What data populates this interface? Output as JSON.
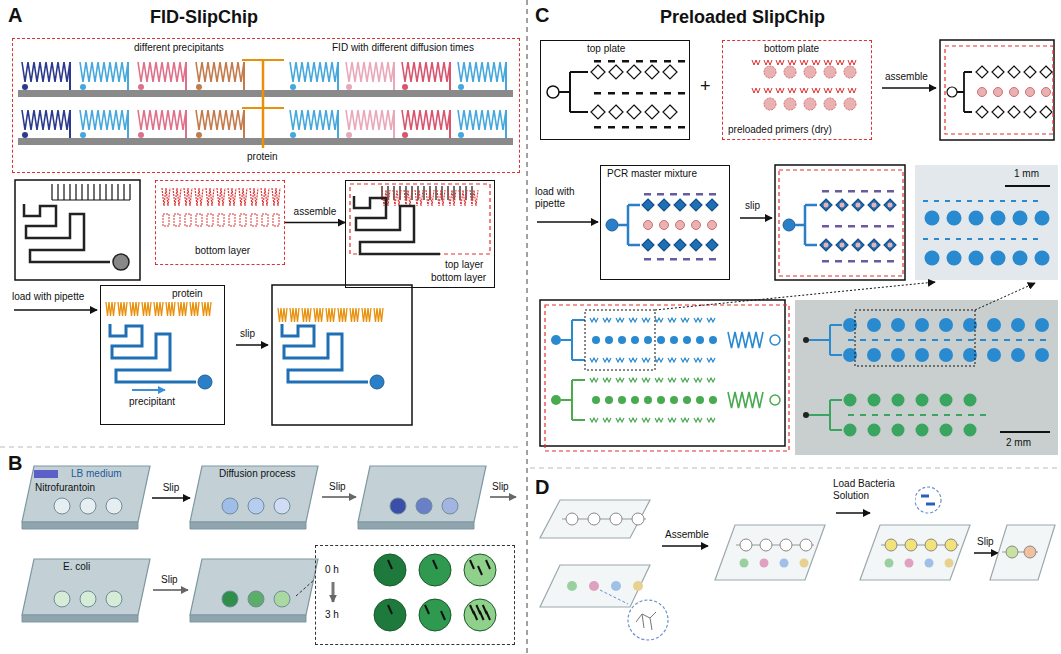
{
  "diagram": {
    "nodes": [
      {
        "text": [
          "different precipitants",
          "FID with different diffusion times",
          "protein"
        ]
      },
      {
        "text": [
          "bottom layer"
        ]
      },
      {
        "text": [
          "top layer",
          "bottom layer"
        ]
      },
      {
        "text": [
          "protein",
          "precipitant"
        ]
      },
      {
        "text": [
          "LB medium",
          "Nitrofurantoin"
        ]
      },
      {
        "text": [
          "Diffusion process"
        ]
      },
      {
        "text": [
          "E. coli"
        ]
      },
      {
        "text": [
          "0 h",
          "3 h"
        ]
      },
      {
        "text": [
          "top plate"
        ]
      },
      {
        "text": [
          "bottom plate",
          "preloaded primers (dry)"
        ]
      },
      {
        "text": [
          "PCR master mixture"
        ]
      },
      {
        "text": [
          "1 mm"
        ]
      },
      {
        "text": [
          "2 mm"
        ]
      }
    ],
    "edges": [
      {
        "from": 1,
        "to": 2,
        "label": "assemble",
        "arrow": "to"
      },
      {
        "from": 4,
        "to": 5,
        "label": "Slip",
        "arrow": "to"
      }
    ],
    "labels": [
      "A",
      "FID-SlipChip",
      "load with pipette",
      "slip",
      "B",
      "Slip",
      "Slip",
      "Slip",
      "C",
      "Preloaded SlipChip",
      "+",
      "assemble",
      "load with pipette",
      "slip",
      "D",
      "Assemble",
      "Load Bacteria Solution",
      "Slip"
    ]
  }
}
